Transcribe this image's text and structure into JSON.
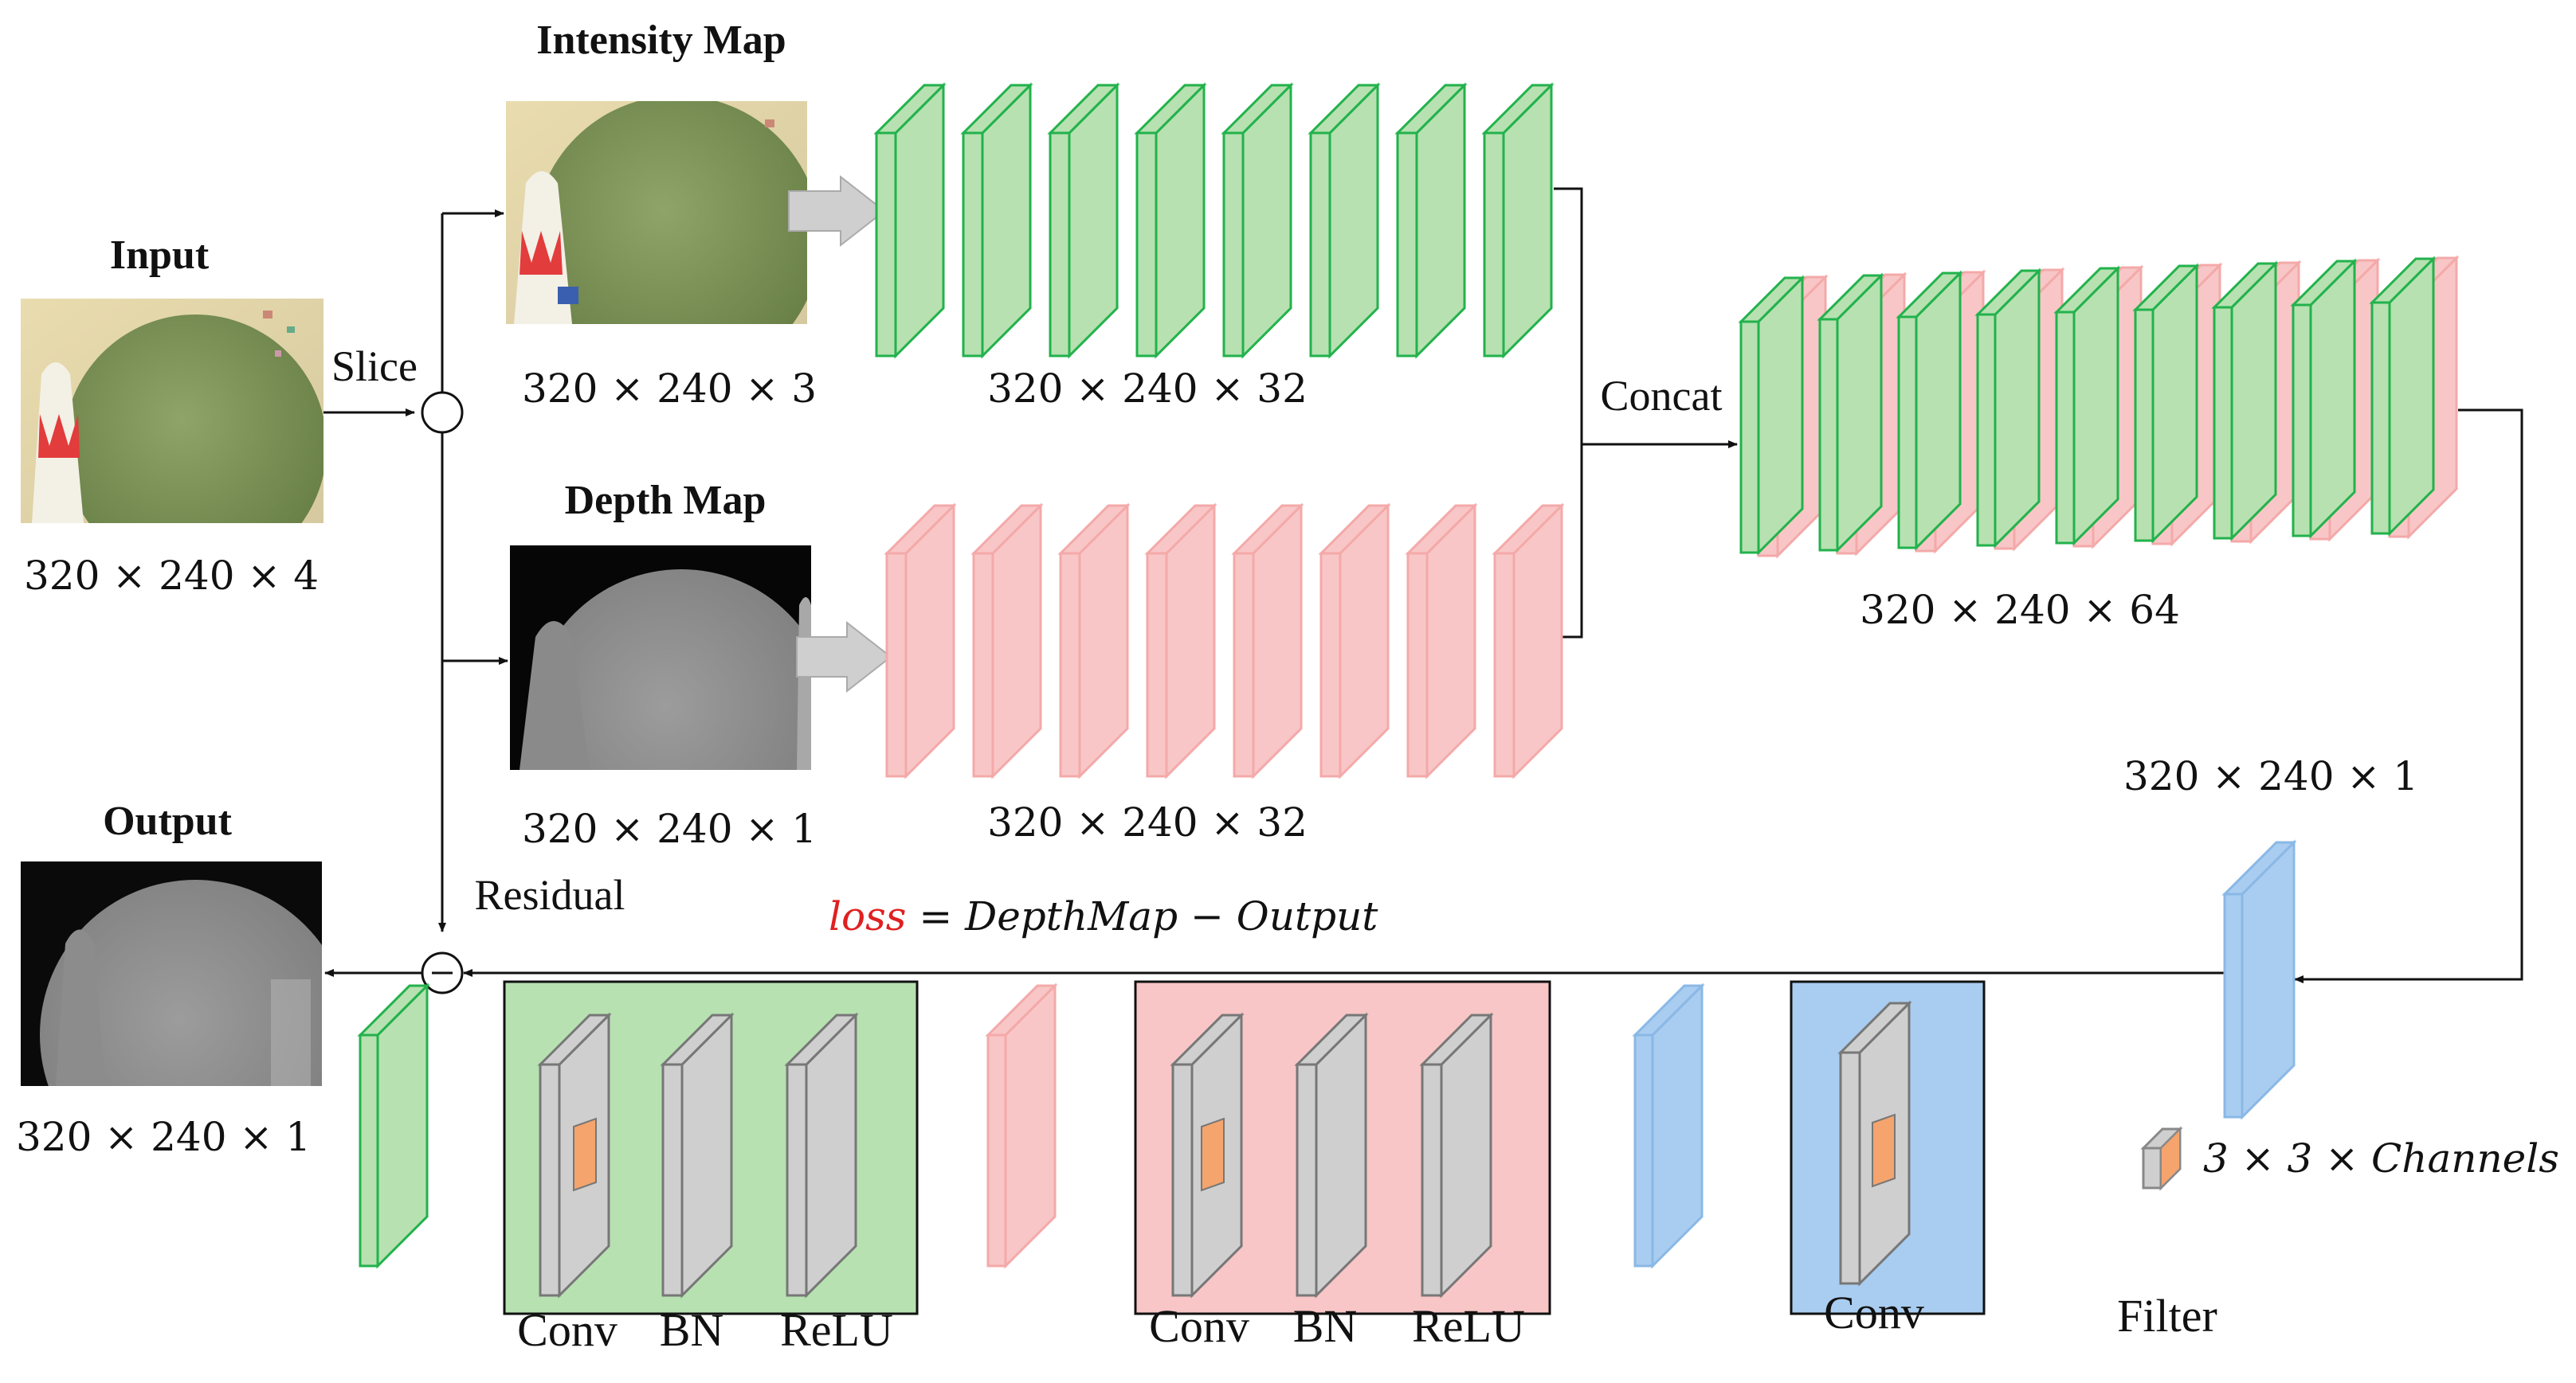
{
  "labels": {
    "input_title": "Input",
    "input_dim": "320 × 240 × 4",
    "intensity_title": "Intensity Map",
    "intensity_dim": "320 × 240 × 3",
    "depth_title": "Depth Map",
    "depth_dim": "320 × 240 × 1",
    "green_stack_dim": "320 × 240 × 32",
    "pink_stack_dim": "320 × 240 × 32",
    "concat_stack_dim": "320 × 240 × 64",
    "blue_dim": "320 × 240 × 1",
    "output_title": "Output",
    "output_dim": "320 × 240 × 1",
    "slice": "Slice",
    "concat": "Concat",
    "residual": "Residual",
    "loss_word": "loss",
    "loss_rest": " = DepthMap − Output",
    "filter_dim": "3 × 3 × Channels",
    "filter": "Filter"
  },
  "legend": {
    "green_box": [
      "Conv",
      "BN",
      "ReLU"
    ],
    "pink_box": [
      "Conv",
      "BN",
      "ReLU"
    ],
    "blue_box": [
      "Conv"
    ]
  },
  "colors": {
    "green_fill": "#b7e1b1",
    "green_stroke": "#22b24c",
    "pink_fill": "#f8c6c6",
    "pink_stroke": "#f4a9a9",
    "blue_fill": "#a9cdf0",
    "blue_stroke": "#8ab8e6",
    "gray_fill": "#cfcfcf",
    "orange_filter": "#f4a46c",
    "green_box_bg": "#b7e1b1",
    "pink_box_bg": "#f8c6c6",
    "blue_box_bg": "#a9cdf0",
    "loss_red": "#e02020"
  }
}
